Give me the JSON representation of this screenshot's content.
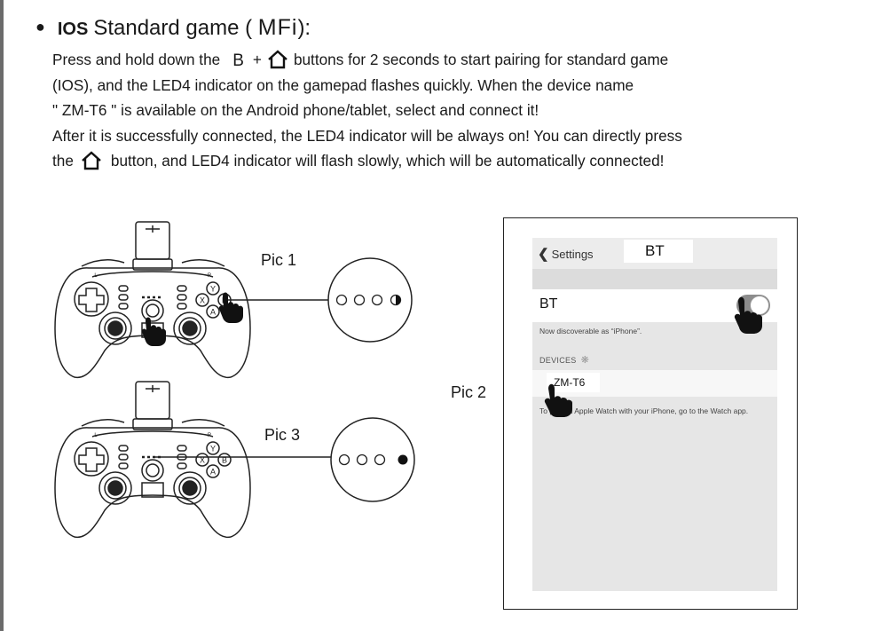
{
  "heading": {
    "bullet": "●",
    "ios": "IOS",
    "title": "Standard game (",
    "mfi": "MFi",
    "close": "):"
  },
  "instructions": {
    "line1_a": "Press and hold down the",
    "line1_b": "B",
    "line1_plus": "+",
    "line1_c": "buttons for 2 seconds to start pairing for  standard game",
    "line2": "(IOS), and the LED4 indicator on the gamepad flashes quickly. When the device name",
    "line3": "\" ZM-T6  \" is available on the Android phone/tablet, select and connect it!",
    "line4": "After it is successfully connected, the LED4 indicator will be always on! You can directly press",
    "line5_a": "the",
    "line5_b": "button, and LED4 indicator will flash slowly, which will be automatically connected!"
  },
  "figure_labels": {
    "pic1": "Pic 1",
    "pic2": "Pic 2",
    "pic3": "Pic 3"
  },
  "gamepad": {
    "shoulder_left": "L",
    "shoulder_right": "R",
    "face_buttons": [
      "Y",
      "X",
      "B",
      "A"
    ]
  },
  "phone": {
    "back_label": "Settings",
    "nav_title": "BT",
    "bt_label": "BT",
    "toggle_on": true,
    "discoverable_text": "Now discoverable as “iPhone”.",
    "devices_header": "DEVICES",
    "device_name": "ZM-T6",
    "watch_text": "To pair an Apple Watch with your iPhone, go to the Watch app."
  },
  "icons": {
    "home": "home-outline-icon",
    "hand": "pointing-hand-icon",
    "chevron": "chevron-left-icon",
    "spinner": "loading-spinner-icon"
  },
  "led_indicators": {
    "pic1": [
      "off",
      "off",
      "off",
      "half"
    ],
    "pic3": [
      "off",
      "off",
      "off",
      "on"
    ]
  }
}
